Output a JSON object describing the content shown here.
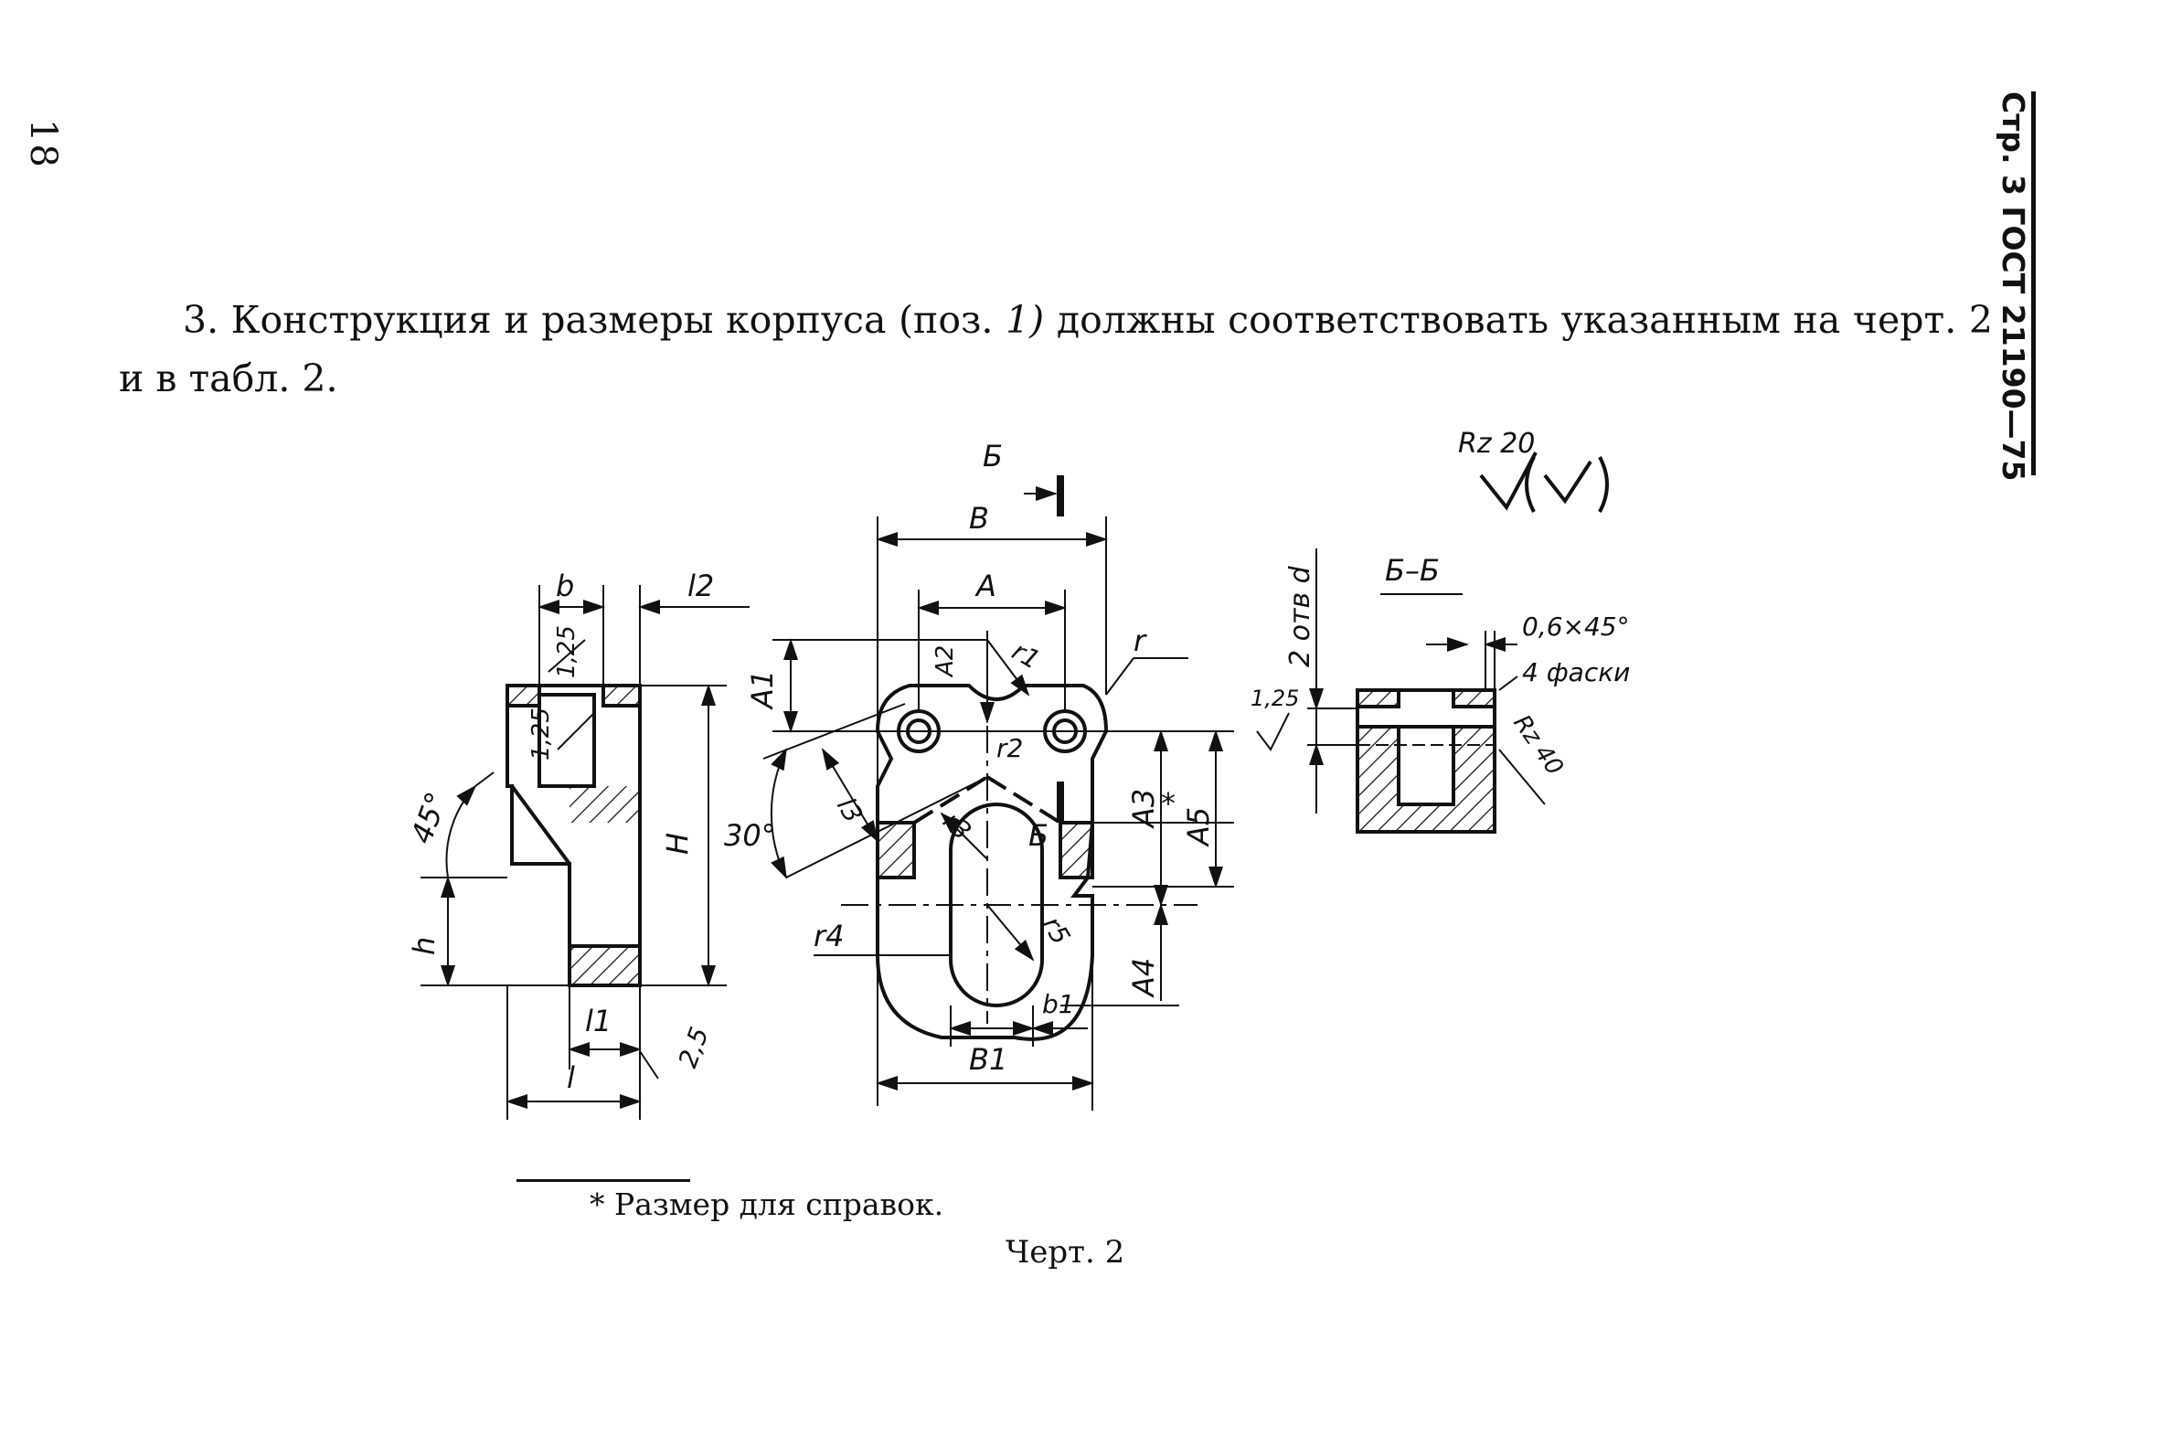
{
  "page": {
    "number": "18",
    "header": "Стр. 3 ГОСТ 21190—75"
  },
  "paragraph": {
    "text_before": "3. Конструкция и размеры корпуса (поз. ",
    "emphasis": "1)",
    "text_after": " должны соответствовать указанным на черт. 2 и в табл. 2."
  },
  "drawing": {
    "left_view": {
      "labels": [
        "b",
        "l2",
        "1,25",
        "1,25",
        "45°",
        "H",
        "h",
        "l1",
        "l",
        "2,5"
      ]
    },
    "main_view": {
      "labels": [
        "Б",
        "B",
        "A",
        "A1",
        "A2",
        "r1",
        "r",
        "r2",
        "30°",
        "l3",
        "r3",
        "Б",
        "A3",
        "A5",
        "*",
        "r5",
        "r4",
        "A4",
        "b1",
        "B1"
      ]
    },
    "section_view": {
      "title": "Б–Б",
      "labels": [
        "2 отв d",
        "0,6×45°",
        "4 фаски",
        "1,25",
        "Rz 40"
      ]
    },
    "roughness": {
      "general": "Rz 20",
      "bracket": "(√)"
    }
  },
  "footnote": "* Размер для справок.",
  "caption": "Черт. 2"
}
